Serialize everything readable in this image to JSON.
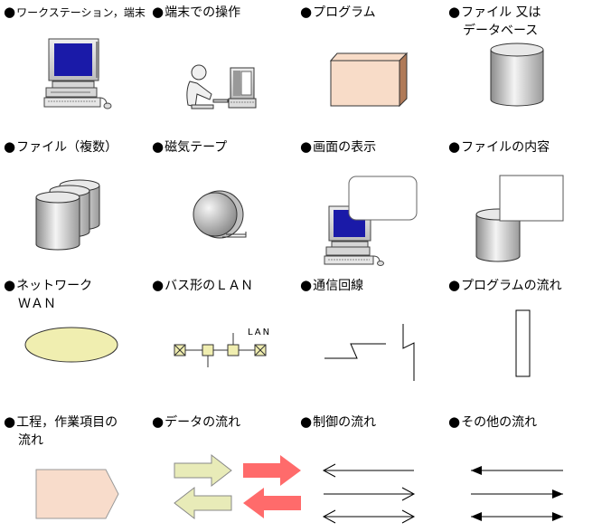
{
  "legend": {
    "bullet": "●",
    "items": [
      {
        "id": "workstation",
        "line1": "ワークステーション，端末"
      },
      {
        "id": "terminal-op",
        "line1": "端末での操作"
      },
      {
        "id": "program",
        "line1": "プログラム"
      },
      {
        "id": "file-db",
        "line1": "ファイル 又は",
        "line2": "データベース"
      },
      {
        "id": "files-multi",
        "line1": "ファイル（複数）"
      },
      {
        "id": "tape",
        "line1": "磁気テープ"
      },
      {
        "id": "screen",
        "line1": "画面の表示"
      },
      {
        "id": "file-content",
        "line1": "ファイルの内容"
      },
      {
        "id": "network",
        "line1": "ネットワーク",
        "line2": "ＷＡＮ"
      },
      {
        "id": "bus-lan",
        "line1": "バス形のＬＡＮ"
      },
      {
        "id": "comm-line",
        "line1": "通信回線"
      },
      {
        "id": "program-flow",
        "line1": "プログラムの流れ"
      },
      {
        "id": "process-flow",
        "line1": "工程，作業項目の",
        "line2": "流れ"
      },
      {
        "id": "data-flow",
        "line1": "データの流れ"
      },
      {
        "id": "control-flow",
        "line1": "制御の流れ"
      },
      {
        "id": "other-flow",
        "line1": "その他の流れ"
      }
    ],
    "lan_label": "LAN"
  },
  "colors": {
    "program_box": "#f8dcc8",
    "network_ellipse": "#f0eeb0",
    "lan_node": "#f0eeb0",
    "data_arrow": "#e8ebb8",
    "data_arrow_red": "#ff6b6b",
    "process_shape": "#f8dccb",
    "monitor_screen": "#1a1aa8"
  }
}
